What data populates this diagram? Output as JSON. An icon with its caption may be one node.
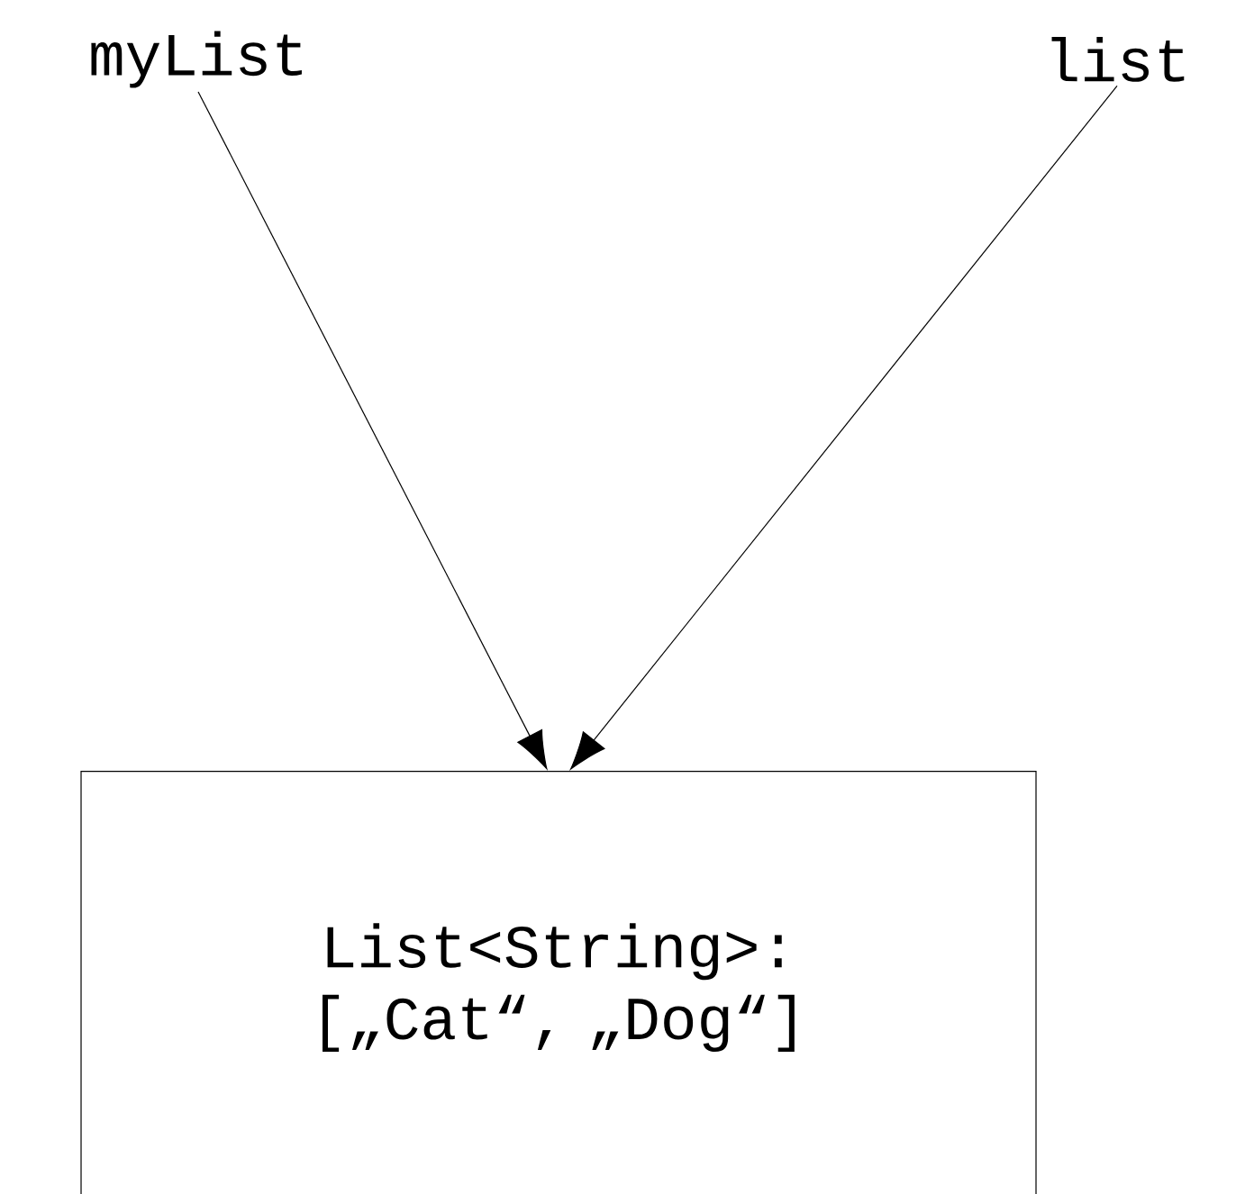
{
  "diagram": {
    "nodes": [
      {
        "text": [
          "myList"
        ]
      },
      {
        "text": [
          "list"
        ]
      },
      {
        "text": [
          "List<String>: [„Cat“, „Dog“]"
        ]
      }
    ],
    "edges": [
      {
        "from": 0,
        "to": 2,
        "arrow": "to"
      },
      {
        "from": 1,
        "to": 2,
        "arrow": "to"
      }
    ]
  }
}
